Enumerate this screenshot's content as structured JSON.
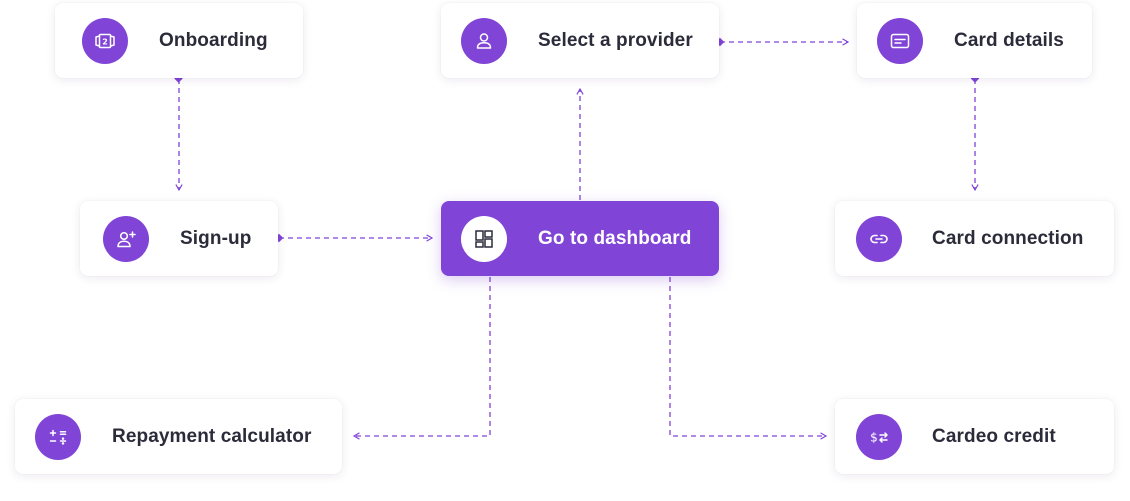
{
  "accent_color": "#8044d6",
  "nodes": {
    "onboarding": {
      "label": "Onboarding",
      "icon": "onboarding-screens-icon"
    },
    "select_provider": {
      "label": "Select a provider",
      "icon": "user-icon"
    },
    "card_details": {
      "label": "Card details",
      "icon": "card-details-icon"
    },
    "signup": {
      "label": "Sign-up",
      "icon": "add-user-icon"
    },
    "dashboard": {
      "label": "Go to dashboard",
      "icon": "dashboard-icon"
    },
    "card_connection": {
      "label": "Card connection",
      "icon": "link-icon"
    },
    "repayment_calculator": {
      "label": "Repayment calculator",
      "icon": "calculator-icon"
    },
    "cardeo_credit": {
      "label": "Cardeo credit",
      "icon": "dollar-exchange-icon"
    }
  }
}
